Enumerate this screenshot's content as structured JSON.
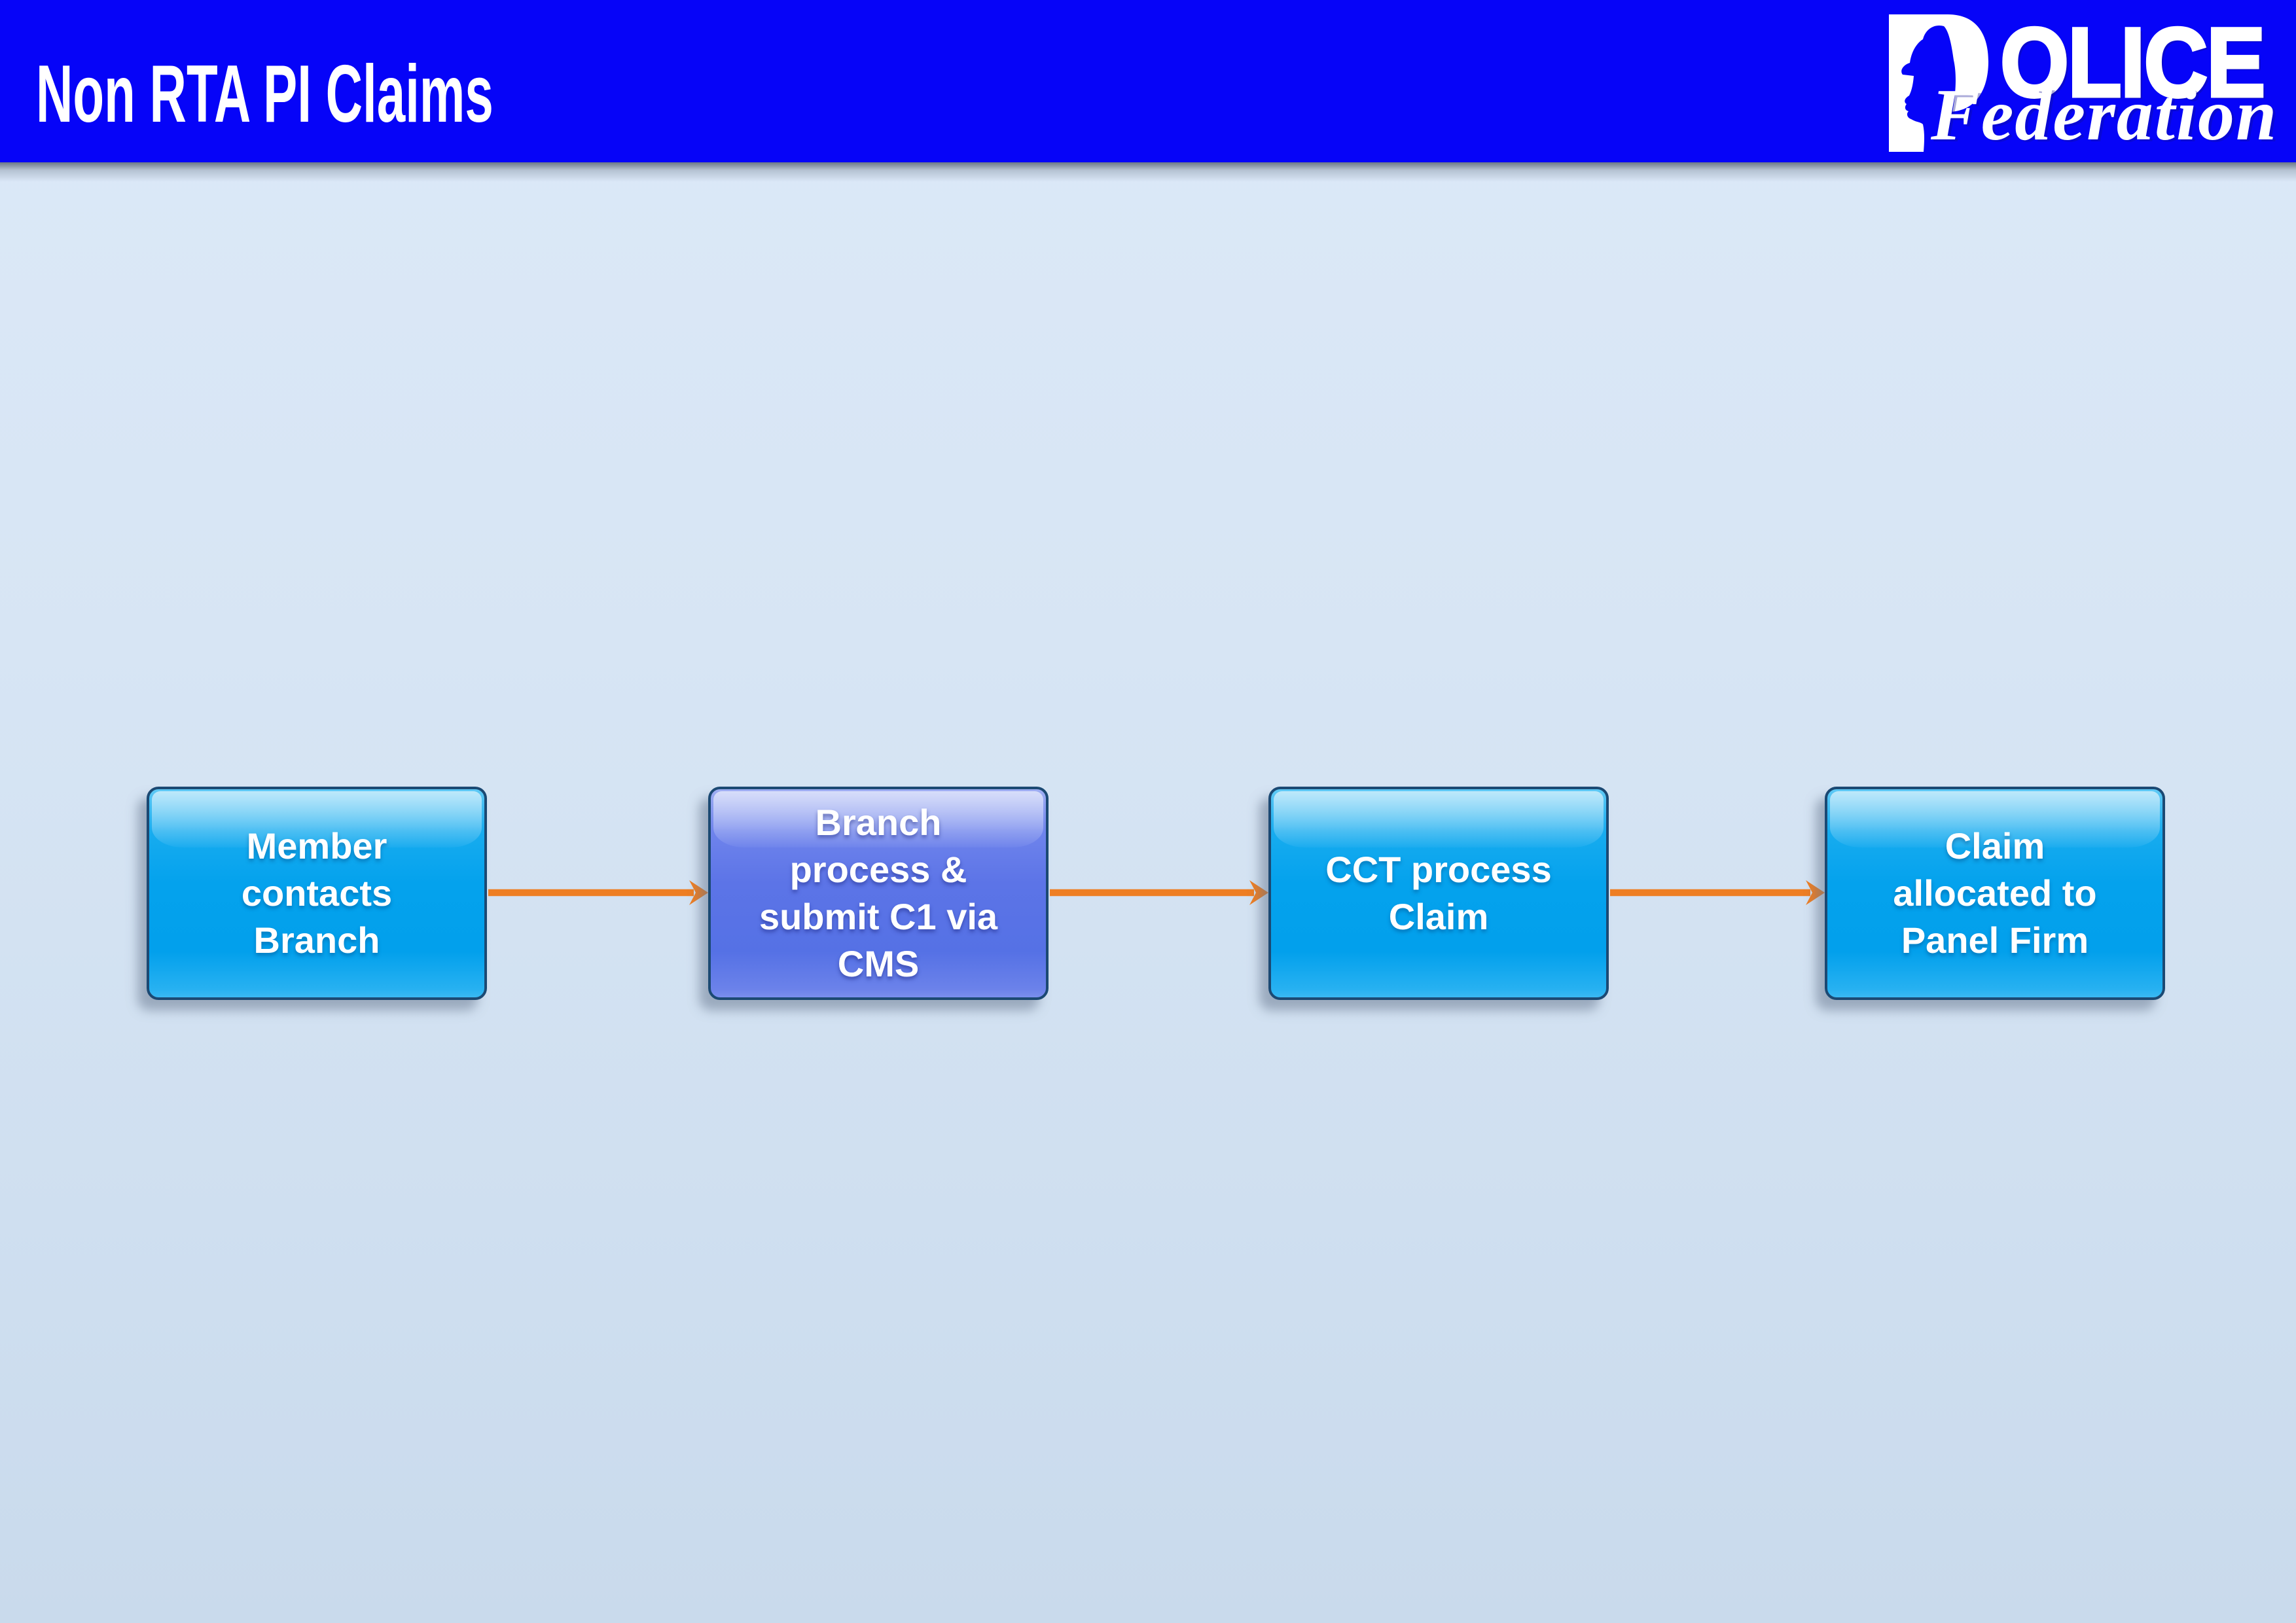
{
  "header": {
    "title": "Non RTA PI Claims"
  },
  "logo": {
    "police_p": "P",
    "police_rest": "OLICE",
    "federation": "Federation"
  },
  "flow": {
    "steps": [
      {
        "id": 1,
        "text": "Member\ncontacts\nBranch"
      },
      {
        "id": 2,
        "text": "Branch\nprocess &\nsubmit C1 via\nCMS"
      },
      {
        "id": 3,
        "text": "CCT process\nClaim"
      },
      {
        "id": 4,
        "text": "Claim\nallocated to\nPanel Firm"
      }
    ]
  },
  "colors": {
    "header_bg": "#0604F8",
    "arrow": "#EE7E23",
    "box_cyan": "#02A0EC",
    "box_purple": "#5C74E7",
    "box_border": "#1B4973",
    "background_top": "#DCE9F8",
    "background_bottom": "#C9DAEC"
  }
}
